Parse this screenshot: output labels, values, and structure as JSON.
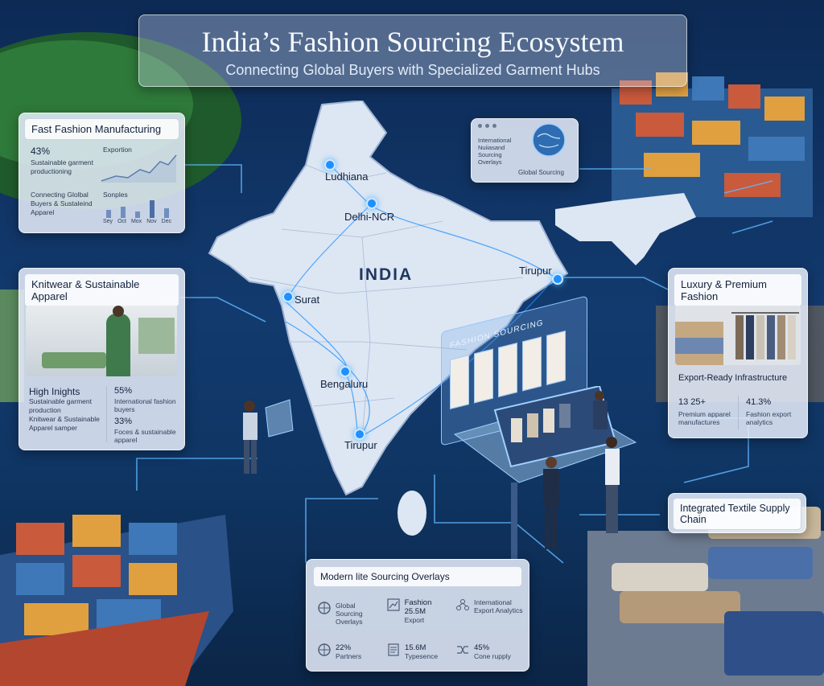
{
  "header": {
    "title": "India’s Fashion Sourcing Ecosystem",
    "subtitle": "Connecting Global Buyers with Specialized Garment Hubs"
  },
  "map": {
    "country_label": "INDIA",
    "cities": [
      "Ludhiana",
      "Delhi-NCR",
      "Tirupur",
      "Surat",
      "Bengaluru",
      "Tirupur"
    ]
  },
  "fast_fashion": {
    "title": "Fast Fashion Manufacturing",
    "stat_value": "43%",
    "stat_text": "Sustainable garment productioning",
    "connect_text": "Connecting Glolbal Buyers & Sustaleind Apparel",
    "chart1_label": "Exportion",
    "chart2_label": "Sonples",
    "months": [
      "Sey",
      "Oct",
      "Mox",
      "Nov",
      "Dec"
    ]
  },
  "knitwear": {
    "title": "Knitwear & Sustainable Apparel",
    "insights_title": "High Inights",
    "insight1": "Sustainable garment production",
    "insight2": "Knitwear & Sustainable Apparel samper",
    "stat1_value": "55%",
    "stat1_text": "International fashion buyers",
    "stat2_value": "33%",
    "stat2_text": "Foces & sustainable apparel"
  },
  "global_sourcing": {
    "text": "International Nuiiasand Sourcing Overlays",
    "label": "Global Sourcing"
  },
  "luxury": {
    "title": "Luxury & Premium Fashion",
    "subtitle": "Export-Ready Infrastructure",
    "stat1_value": "13 25+",
    "stat1_text": "Premium apparel manufactures",
    "stat2_value": "41.3%",
    "stat2_text": "Fashion export analytics"
  },
  "screen": {
    "label": "FASHION SOURCING"
  },
  "textile": {
    "title": "Integrated Textile Supply Chain"
  },
  "overlays": {
    "title": "Modern lite Sourcing Overlays",
    "items": [
      {
        "value": "Global Sourcing Overlays",
        "label": ""
      },
      {
        "value": "Fashion 25.5M",
        "label": "Export"
      },
      {
        "value": "International Export Analytics",
        "label": ""
      },
      {
        "value": "22%",
        "label": "Partners"
      },
      {
        "value": "15.6M",
        "label": "Typesence"
      },
      {
        "value": "45%",
        "label": "Cone rupply"
      }
    ]
  },
  "colors": {
    "accent": "#1e90ff",
    "ocean": "#123a6e",
    "map_fill": "#dde6f3"
  }
}
